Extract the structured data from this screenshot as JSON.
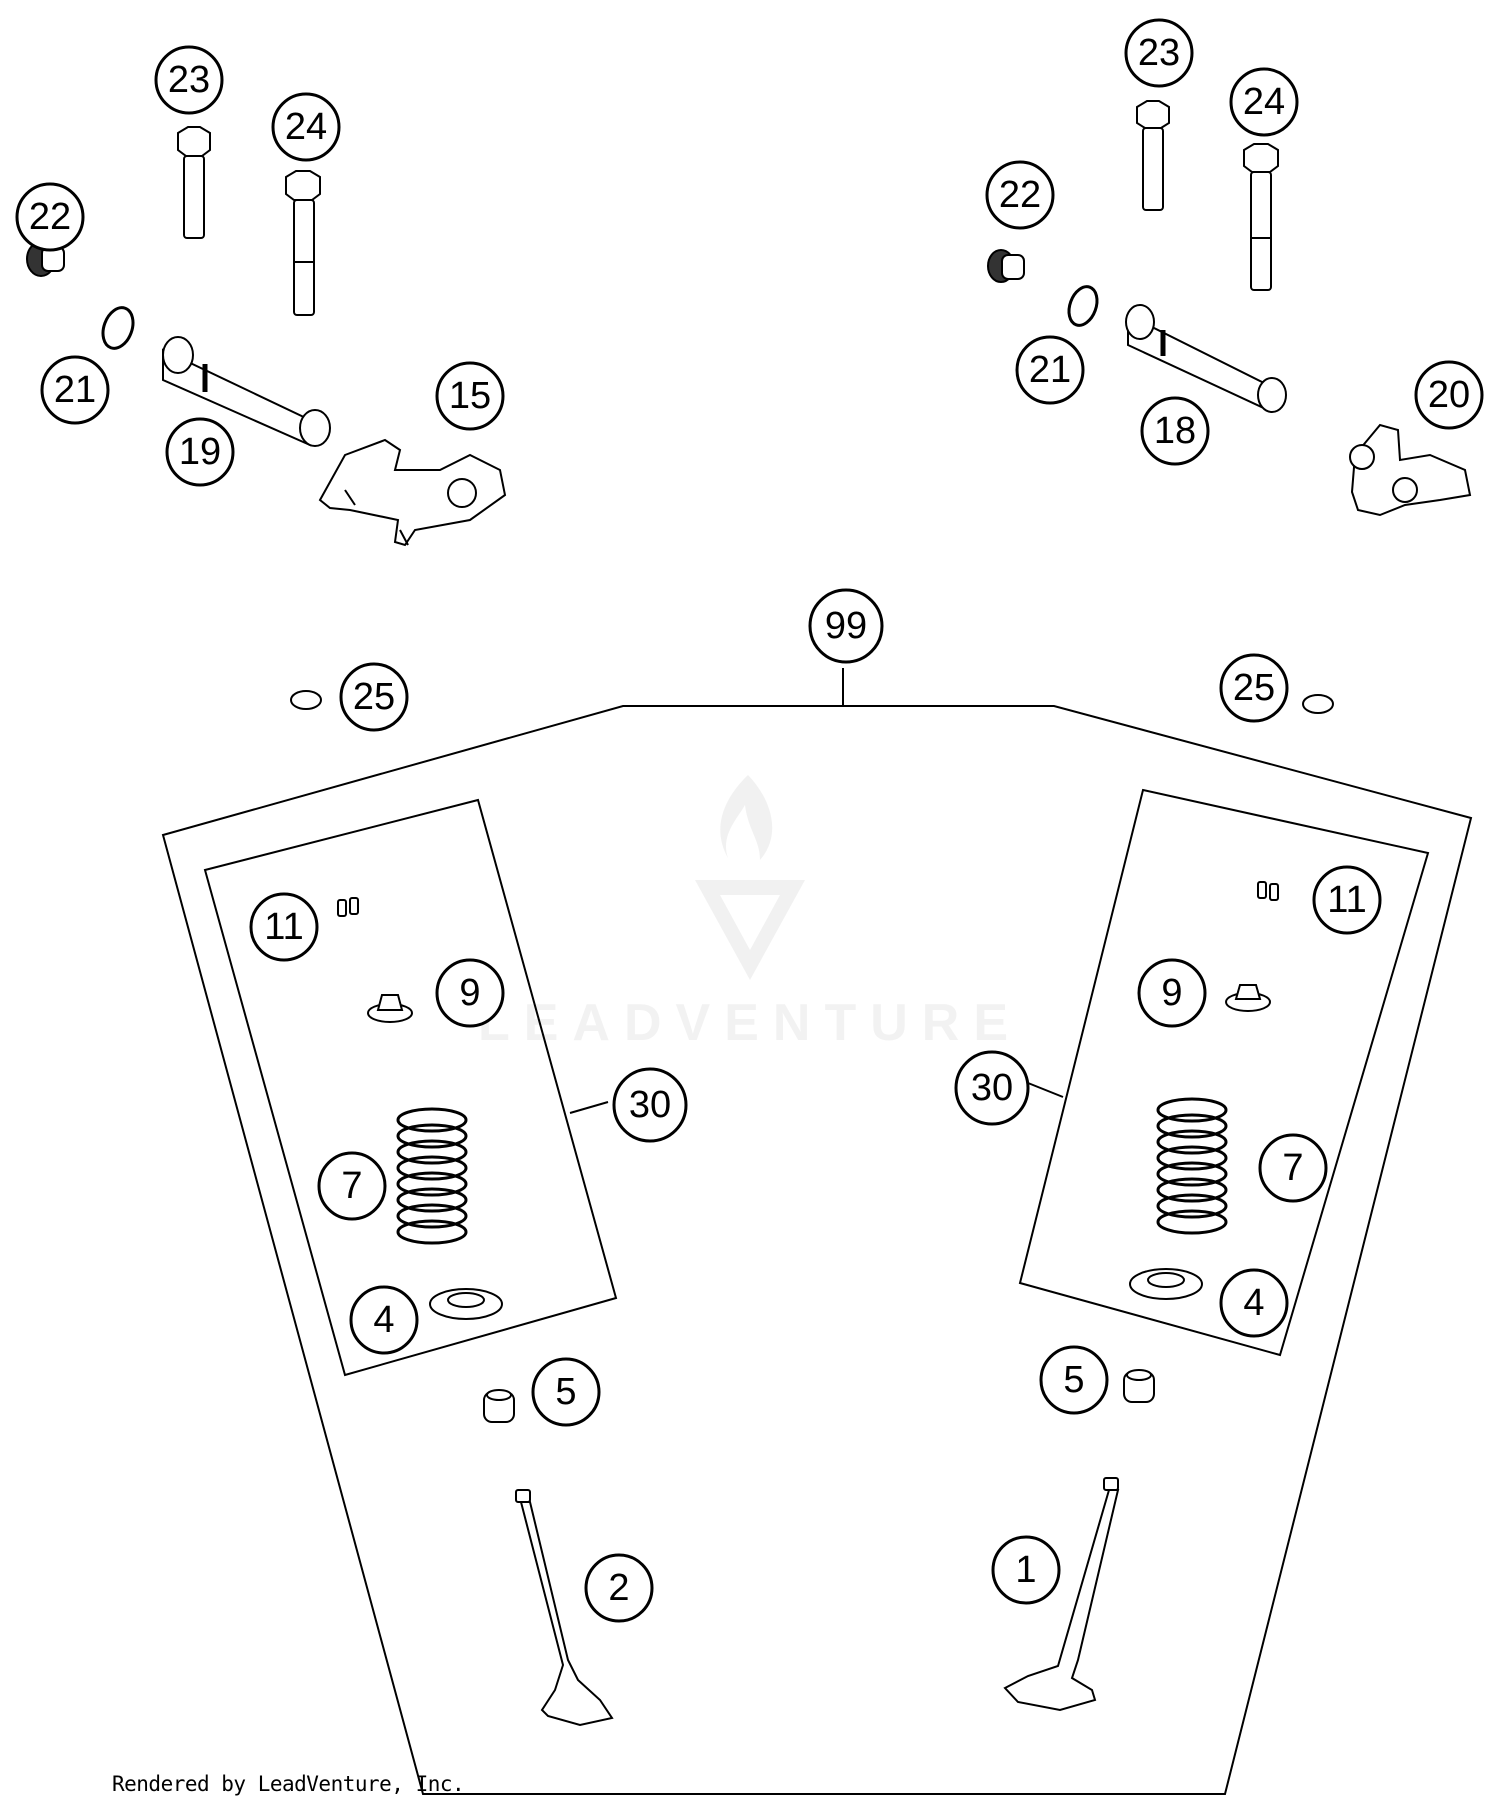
{
  "diagram": {
    "callouts": {
      "c23a": "23",
      "c24a": "24",
      "c22a": "22",
      "c21a": "21",
      "c19": "19",
      "c15": "15",
      "c23b": "23",
      "c24b": "24",
      "c22b": "22",
      "c21b": "21",
      "c18": "18",
      "c20": "20",
      "c99": "99",
      "c25a": "25",
      "c25b": "25",
      "c11a": "11",
      "c9a": "9",
      "c30a": "30",
      "c7a": "7",
      "c4a": "4",
      "c5a": "5",
      "c2": "2",
      "c11b": "11",
      "c9b": "9",
      "c30b": "30",
      "c7b": "7",
      "c4b": "4",
      "c5b": "5",
      "c1": "1"
    },
    "watermark": "LEADVENTURE"
  },
  "footer": {
    "credit": "Rendered by LeadVenture, Inc."
  }
}
